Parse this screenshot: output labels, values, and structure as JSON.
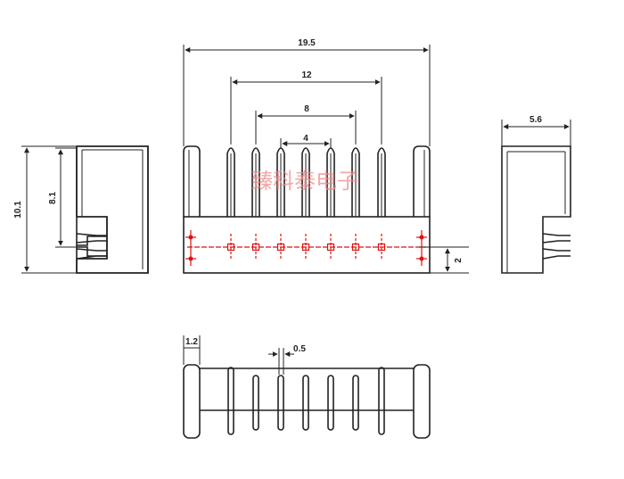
{
  "drawing": {
    "watermark": "臻科泰电子",
    "front_view": {
      "overall_width": "19.5",
      "outer_pin_span": "12",
      "middle_pin_span": "8",
      "inner_pin_span": "4",
      "pcb_offset": "2"
    },
    "left_view": {
      "total_height": "10.1",
      "pin_height": "8.1"
    },
    "right_view": {
      "depth": "5.6"
    },
    "bottom_view": {
      "wall_thickness": "1.2",
      "pin_width": "0.5"
    },
    "colors": {
      "outline": "#222222",
      "pcb_marks": "#e01010",
      "watermark": "#f28a8a"
    }
  }
}
